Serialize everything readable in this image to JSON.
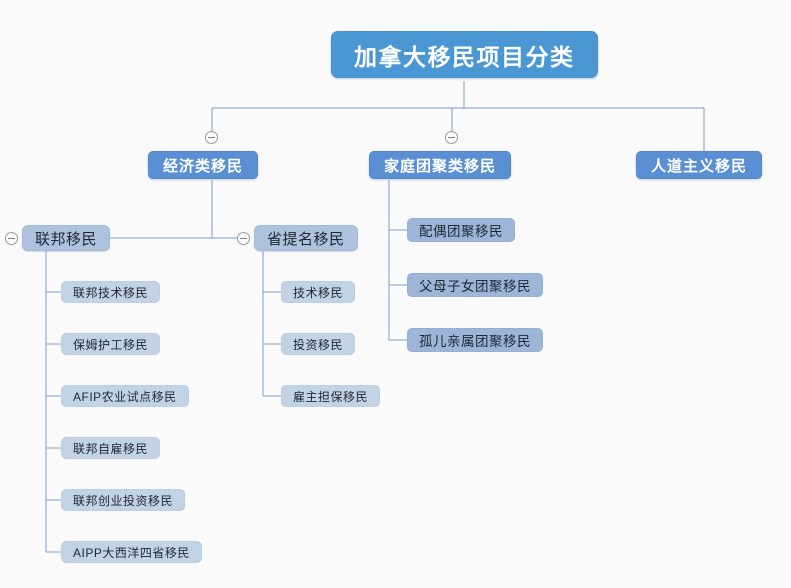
{
  "diagram": {
    "type": "mindmap-tree",
    "title": "加拿大移民项目分类",
    "orientation": "top-down",
    "background": "#fafafa",
    "connector_color": "#7a9fc4",
    "levels": {
      "root_color": "#4a97d4",
      "level2_color": "#5b8fd4",
      "level3_color": "#adc2dd",
      "level4_color": "#c3d3e6",
      "family_child_color": "#9db6d8"
    }
  },
  "root": {
    "label": "加拿大移民项目分类"
  },
  "branches": {
    "economic": {
      "label": "经济类移民",
      "toggle": "collapse-minus",
      "children": {
        "federal": {
          "label": "联邦移民",
          "toggle": "collapse-minus",
          "items": [
            {
              "label": "联邦技术移民"
            },
            {
              "label": "保姆护工移民"
            },
            {
              "label": "AFIP农业试点移民"
            },
            {
              "label": "联邦自雇移民"
            },
            {
              "label": "联邦创业投资移民"
            },
            {
              "label": "AIPP大西洋四省移民"
            }
          ]
        },
        "provincial": {
          "label": "省提名移民",
          "toggle": "collapse-minus",
          "items": [
            {
              "label": "技术移民"
            },
            {
              "label": "投资移民"
            },
            {
              "label": "雇主担保移民"
            }
          ]
        }
      }
    },
    "family": {
      "label": "家庭团聚类移民",
      "toggle": "collapse-minus",
      "items": [
        {
          "label": "配偶团聚移民"
        },
        {
          "label": "父母子女团聚移民"
        },
        {
          "label": "孤儿亲属团聚移民"
        }
      ]
    },
    "humanitarian": {
      "label": "人道主义移民"
    }
  }
}
